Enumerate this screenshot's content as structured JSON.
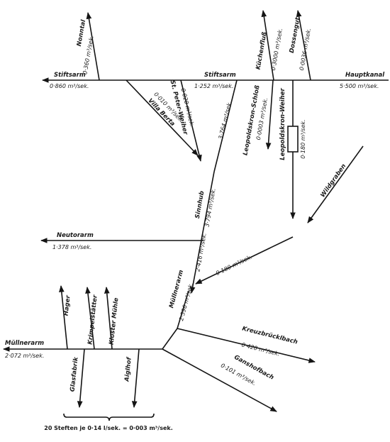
{
  "labels": {
    "nonntal": "Nonntal",
    "nonntal_flow": "0·360 m³/sek.",
    "stiftsarm_left": "Stiftsarm",
    "stiftsarm_left_flow": "0·860 m³/sek.",
    "stiftsarm_mid": "Stiftsarm",
    "stiftsarm_mid_flow": "1·252 m³/sek.",
    "hauptkanal": "Hauptkanal",
    "hauptkanal_flow": "5·500 m³/sek.",
    "kuechenfluss": "Küchenfluß",
    "kuechenfluss_flow": "0·3000 m³/sek.",
    "dossengut": "Dossengut",
    "dossengut_flow": "0·0036 m³/sek.",
    "villa_berta": "Villa Berta",
    "villa_berta_flow": "0·010 m³/sek.",
    "st_peter_weiher": "St. Peter-Weiher",
    "st_peter_weiher_flow": "0·020 m³/sek.",
    "schloss": "Leopoldskron-Schloß",
    "schloss_flow": "0·0003 m³/sek.",
    "lk_weiher": "Leopoldskron-Weiher",
    "lk_weiher_flow": "0·180 m³/sek.",
    "flow_3764": "3·764 m³/sek.",
    "wildgraben": "Wildgraben",
    "sinnhub": "Sinnhub",
    "sinnhub_flow": "3·794 m³/sek.",
    "neutorarm": "Neutorarm",
    "neutorarm_flow": "1·378 m³/sek.",
    "flow_0180_low": "0·180 m³/sek.",
    "flow_2416": "2·416 m³/sek.",
    "muellnerarm_vert": "Müllnerarm",
    "muellnerarm_vert_flow": "2·596 m³/sek.",
    "hager": "Hager",
    "krimpelstaetter": "Krimpelstätter",
    "klostermuehle": "Kloster Mühle",
    "kreuzbruecklbach": "Kreuzbrücklbach",
    "kreuzbruecklbach_flow": "0·420 m³/sek.",
    "muellnerarm_left": "Müllnerarm",
    "muellnerarm_left_flow": "2·072 m³/sek.",
    "glasfabrik": "Glasfabrik",
    "aiglhof": "Aiglhof",
    "ganshofbach": "Ganshofbach",
    "ganshofbach_flow": "0·101 m³/sek.",
    "footer": "20 Steften je 0·14 l/sek. = 0·003 m³/sek."
  }
}
